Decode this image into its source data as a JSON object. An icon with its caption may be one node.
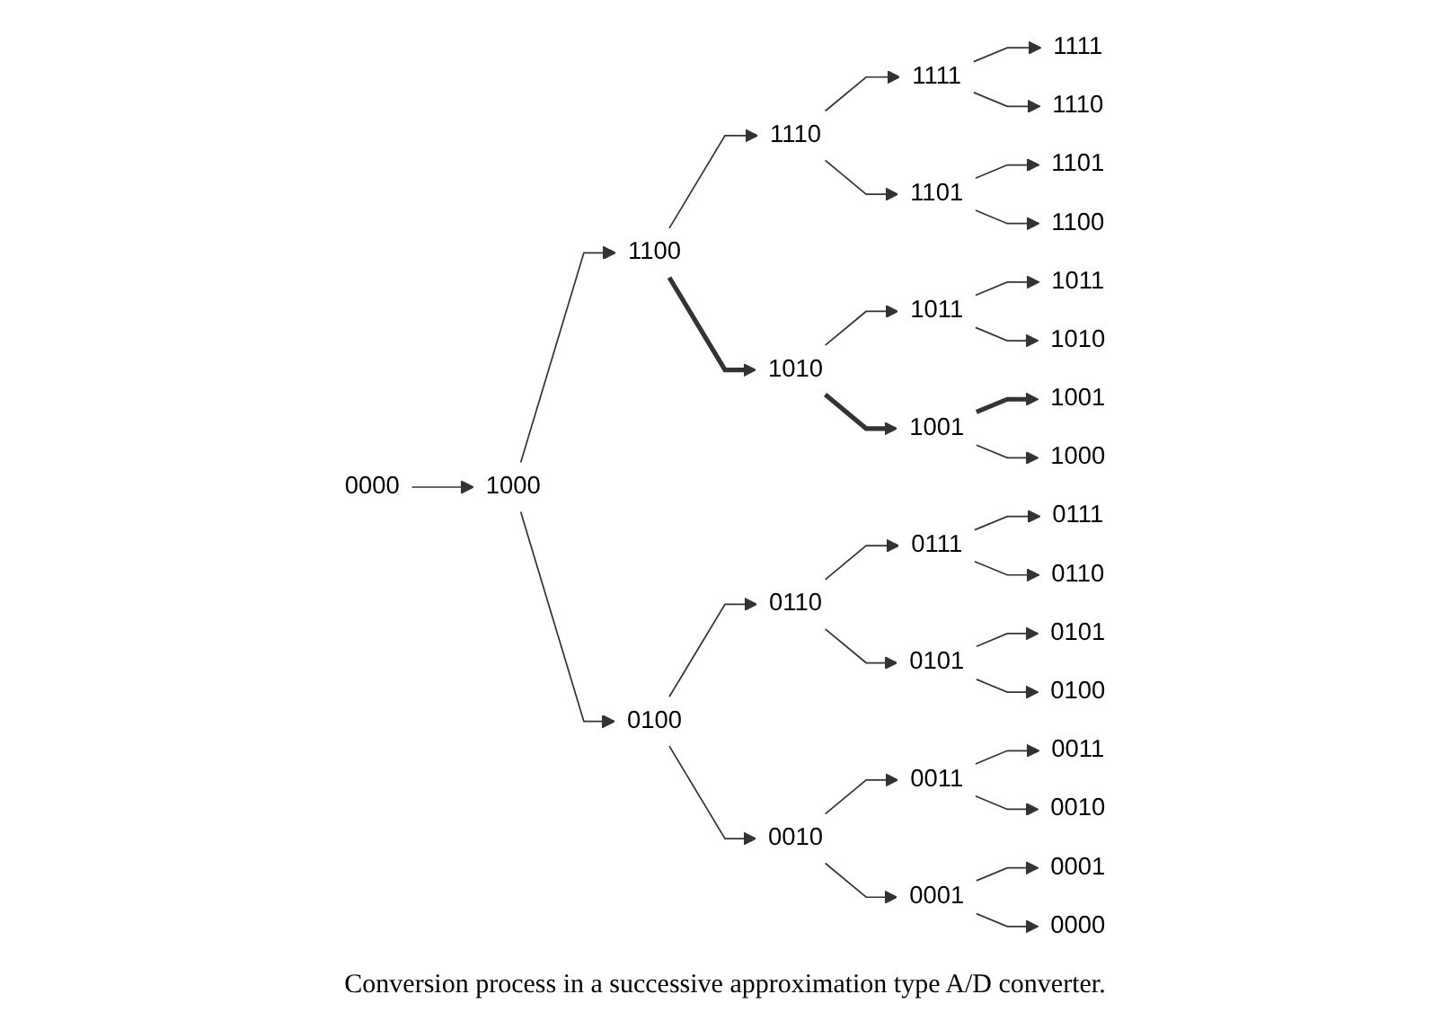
{
  "diagram": {
    "caption": "Conversion process in a successive approximation type A/D converter.",
    "nodes": [
      {
        "text": [
          "0000"
        ]
      },
      {
        "text": [
          "1000"
        ]
      },
      {
        "text": [
          "1100"
        ]
      },
      {
        "text": [
          "0100"
        ]
      },
      {
        "text": [
          "1110"
        ]
      },
      {
        "text": [
          "1010"
        ]
      },
      {
        "text": [
          "0110"
        ]
      },
      {
        "text": [
          "0010"
        ]
      },
      {
        "text": [
          "1111"
        ]
      },
      {
        "text": [
          "1101"
        ]
      },
      {
        "text": [
          "1011"
        ]
      },
      {
        "text": [
          "1001"
        ]
      },
      {
        "text": [
          "0111"
        ]
      },
      {
        "text": [
          "0101"
        ]
      },
      {
        "text": [
          "0011"
        ]
      },
      {
        "text": [
          "0001"
        ]
      },
      {
        "text": [
          "1111"
        ]
      },
      {
        "text": [
          "1110"
        ]
      },
      {
        "text": [
          "1101"
        ]
      },
      {
        "text": [
          "1100"
        ]
      },
      {
        "text": [
          "1011"
        ]
      },
      {
        "text": [
          "1010"
        ]
      },
      {
        "text": [
          "1001"
        ]
      },
      {
        "text": [
          "1000"
        ]
      },
      {
        "text": [
          "0111"
        ]
      },
      {
        "text": [
          "0110"
        ]
      },
      {
        "text": [
          "0101"
        ]
      },
      {
        "text": [
          "0100"
        ]
      },
      {
        "text": [
          "0011"
        ]
      },
      {
        "text": [
          "0010"
        ]
      },
      {
        "text": [
          "0001"
        ]
      },
      {
        "text": [
          "0000"
        ]
      }
    ],
    "edges": [
      {
        "from": 0,
        "to": 1,
        "arrow": "to"
      },
      {
        "from": 1,
        "to": 2,
        "arrow": "to"
      },
      {
        "from": 1,
        "to": 3,
        "arrow": "to"
      },
      {
        "from": 2,
        "to": 4,
        "arrow": "to"
      },
      {
        "from": 2,
        "to": 5,
        "arrow": "to",
        "style": "thick"
      },
      {
        "from": 3,
        "to": 6,
        "arrow": "to"
      },
      {
        "from": 3,
        "to": 7,
        "arrow": "to"
      },
      {
        "from": 4,
        "to": 8,
        "arrow": "to"
      },
      {
        "from": 4,
        "to": 9,
        "arrow": "to"
      },
      {
        "from": 5,
        "to": 10,
        "arrow": "to"
      },
      {
        "from": 5,
        "to": 11,
        "arrow": "to",
        "style": "thick"
      },
      {
        "from": 6,
        "to": 12,
        "arrow": "to"
      },
      {
        "from": 6,
        "to": 13,
        "arrow": "to"
      },
      {
        "from": 7,
        "to": 14,
        "arrow": "to"
      },
      {
        "from": 7,
        "to": 15,
        "arrow": "to"
      },
      {
        "from": 8,
        "to": 16,
        "arrow": "to"
      },
      {
        "from": 8,
        "to": 17,
        "arrow": "to"
      },
      {
        "from": 9,
        "to": 18,
        "arrow": "to"
      },
      {
        "from": 9,
        "to": 19,
        "arrow": "to"
      },
      {
        "from": 10,
        "to": 20,
        "arrow": "to"
      },
      {
        "from": 10,
        "to": 21,
        "arrow": "to"
      },
      {
        "from": 11,
        "to": 22,
        "arrow": "to",
        "style": "thick"
      },
      {
        "from": 11,
        "to": 23,
        "arrow": "to"
      },
      {
        "from": 12,
        "to": 24,
        "arrow": "to"
      },
      {
        "from": 12,
        "to": 25,
        "arrow": "to"
      },
      {
        "from": 13,
        "to": 26,
        "arrow": "to"
      },
      {
        "from": 13,
        "to": 27,
        "arrow": "to"
      },
      {
        "from": 14,
        "to": 28,
        "arrow": "to"
      },
      {
        "from": 14,
        "to": 29,
        "arrow": "to"
      },
      {
        "from": 15,
        "to": 30,
        "arrow": "to"
      },
      {
        "from": 15,
        "to": 31,
        "arrow": "to"
      }
    ]
  }
}
